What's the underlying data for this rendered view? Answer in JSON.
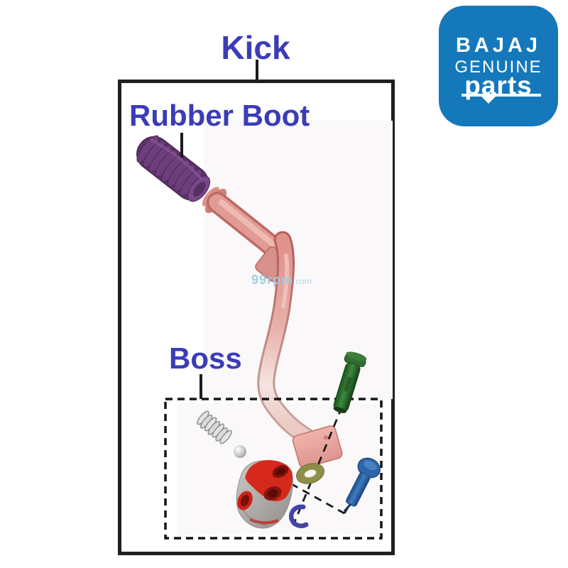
{
  "labels": {
    "kick": "Kick",
    "rubber_boot": "Rubber Boot",
    "boss": "Boss",
    "text_color": "#3b3cb8"
  },
  "brand_badge": {
    "name": "BAJAJ",
    "line1": "GENUINE",
    "line2": "parts",
    "bg_color": "#1478bb",
    "text_color": "#ffffff"
  },
  "watermark": {
    "main": "99rpm",
    "suffix": ".com",
    "color": "#9ecbe2"
  },
  "diagram": {
    "border_color": "#1f1f1f",
    "parts": [
      {
        "name": "rubber-boot",
        "color": "#5c3268"
      },
      {
        "name": "kick-lever",
        "color": "#e49a93"
      },
      {
        "name": "return-spring",
        "color": "#c9c9c9"
      },
      {
        "name": "steel-ball",
        "color": "#c2c2c2"
      },
      {
        "name": "kick-boss-casting",
        "color": "#d5291b"
      },
      {
        "name": "washer",
        "color": "#8e8e49"
      },
      {
        "name": "dowel-pin",
        "color": "#2c6f2d"
      },
      {
        "name": "flange-bolt",
        "color": "#2f66aa"
      },
      {
        "name": "circlip",
        "color": "#4444a6"
      }
    ]
  }
}
